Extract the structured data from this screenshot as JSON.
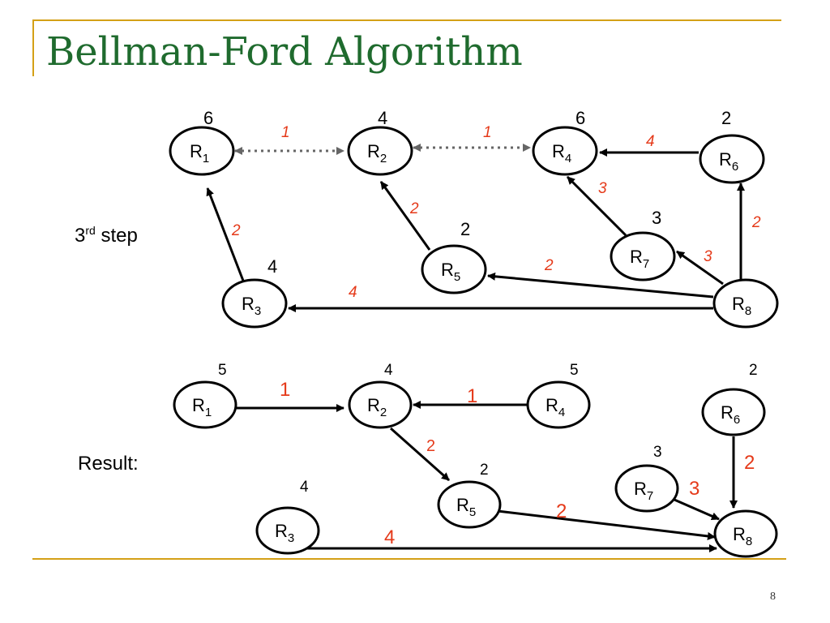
{
  "slide": {
    "title": "Bellman-Ford Algorithm",
    "page_number": "8",
    "accent_color": "#d4a017",
    "title_color": "#1f6b2e",
    "weight_color": "#e53a1a"
  },
  "step_panel": {
    "label": "3",
    "label_sup": "rd",
    "label_suffix": " step",
    "nodes": {
      "R1": {
        "base": "R",
        "sub": "1",
        "distance": "6"
      },
      "R2": {
        "base": "R",
        "sub": "2",
        "distance": "4"
      },
      "R4": {
        "base": "R",
        "sub": "4",
        "distance": "6"
      },
      "R6": {
        "base": "R",
        "sub": "6",
        "distance": "2"
      },
      "R5": {
        "base": "R",
        "sub": "5",
        "distance": "2"
      },
      "R7": {
        "base": "R",
        "sub": "7",
        "distance": "3"
      },
      "R3": {
        "base": "R",
        "sub": "3",
        "distance": "4"
      },
      "R8": {
        "base": "R",
        "sub": "8",
        "distance": ""
      }
    },
    "edges": {
      "R1_R2": {
        "weight": "1",
        "style": "dotted-bidirectional"
      },
      "R2_R4": {
        "weight": "1",
        "style": "dotted-bidirectional"
      },
      "R6_R4": {
        "weight": "4"
      },
      "R7_R4": {
        "weight": "3"
      },
      "R8_R6": {
        "weight": "2"
      },
      "R8_R7": {
        "weight": "3"
      },
      "R8_R5": {
        "weight": "2"
      },
      "R5_R2": {
        "weight": "2"
      },
      "R8_R3": {
        "weight": "4"
      },
      "R3_R1": {
        "weight": "2"
      }
    }
  },
  "result_panel": {
    "label": "Result:",
    "nodes": {
      "R1": {
        "base": "R",
        "sub": "1",
        "distance": "5"
      },
      "R2": {
        "base": "R",
        "sub": "2",
        "distance": "4"
      },
      "R4": {
        "base": "R",
        "sub": "4",
        "distance": "5"
      },
      "R6": {
        "base": "R",
        "sub": "6",
        "distance": "2"
      },
      "R5": {
        "base": "R",
        "sub": "5",
        "distance": "2"
      },
      "R7": {
        "base": "R",
        "sub": "7",
        "distance": "3"
      },
      "R3": {
        "base": "R",
        "sub": "3",
        "distance": "4"
      },
      "R8": {
        "base": "R",
        "sub": "8",
        "distance": ""
      }
    },
    "edges": {
      "R1_R2": {
        "weight": "1"
      },
      "R4_R2": {
        "weight": "1"
      },
      "R2_R5": {
        "weight": "2"
      },
      "R5_R8": {
        "weight": "2"
      },
      "R6_R8": {
        "weight": "2"
      },
      "R7_R8": {
        "weight": "3"
      },
      "R3_R8": {
        "weight": "4"
      }
    }
  }
}
